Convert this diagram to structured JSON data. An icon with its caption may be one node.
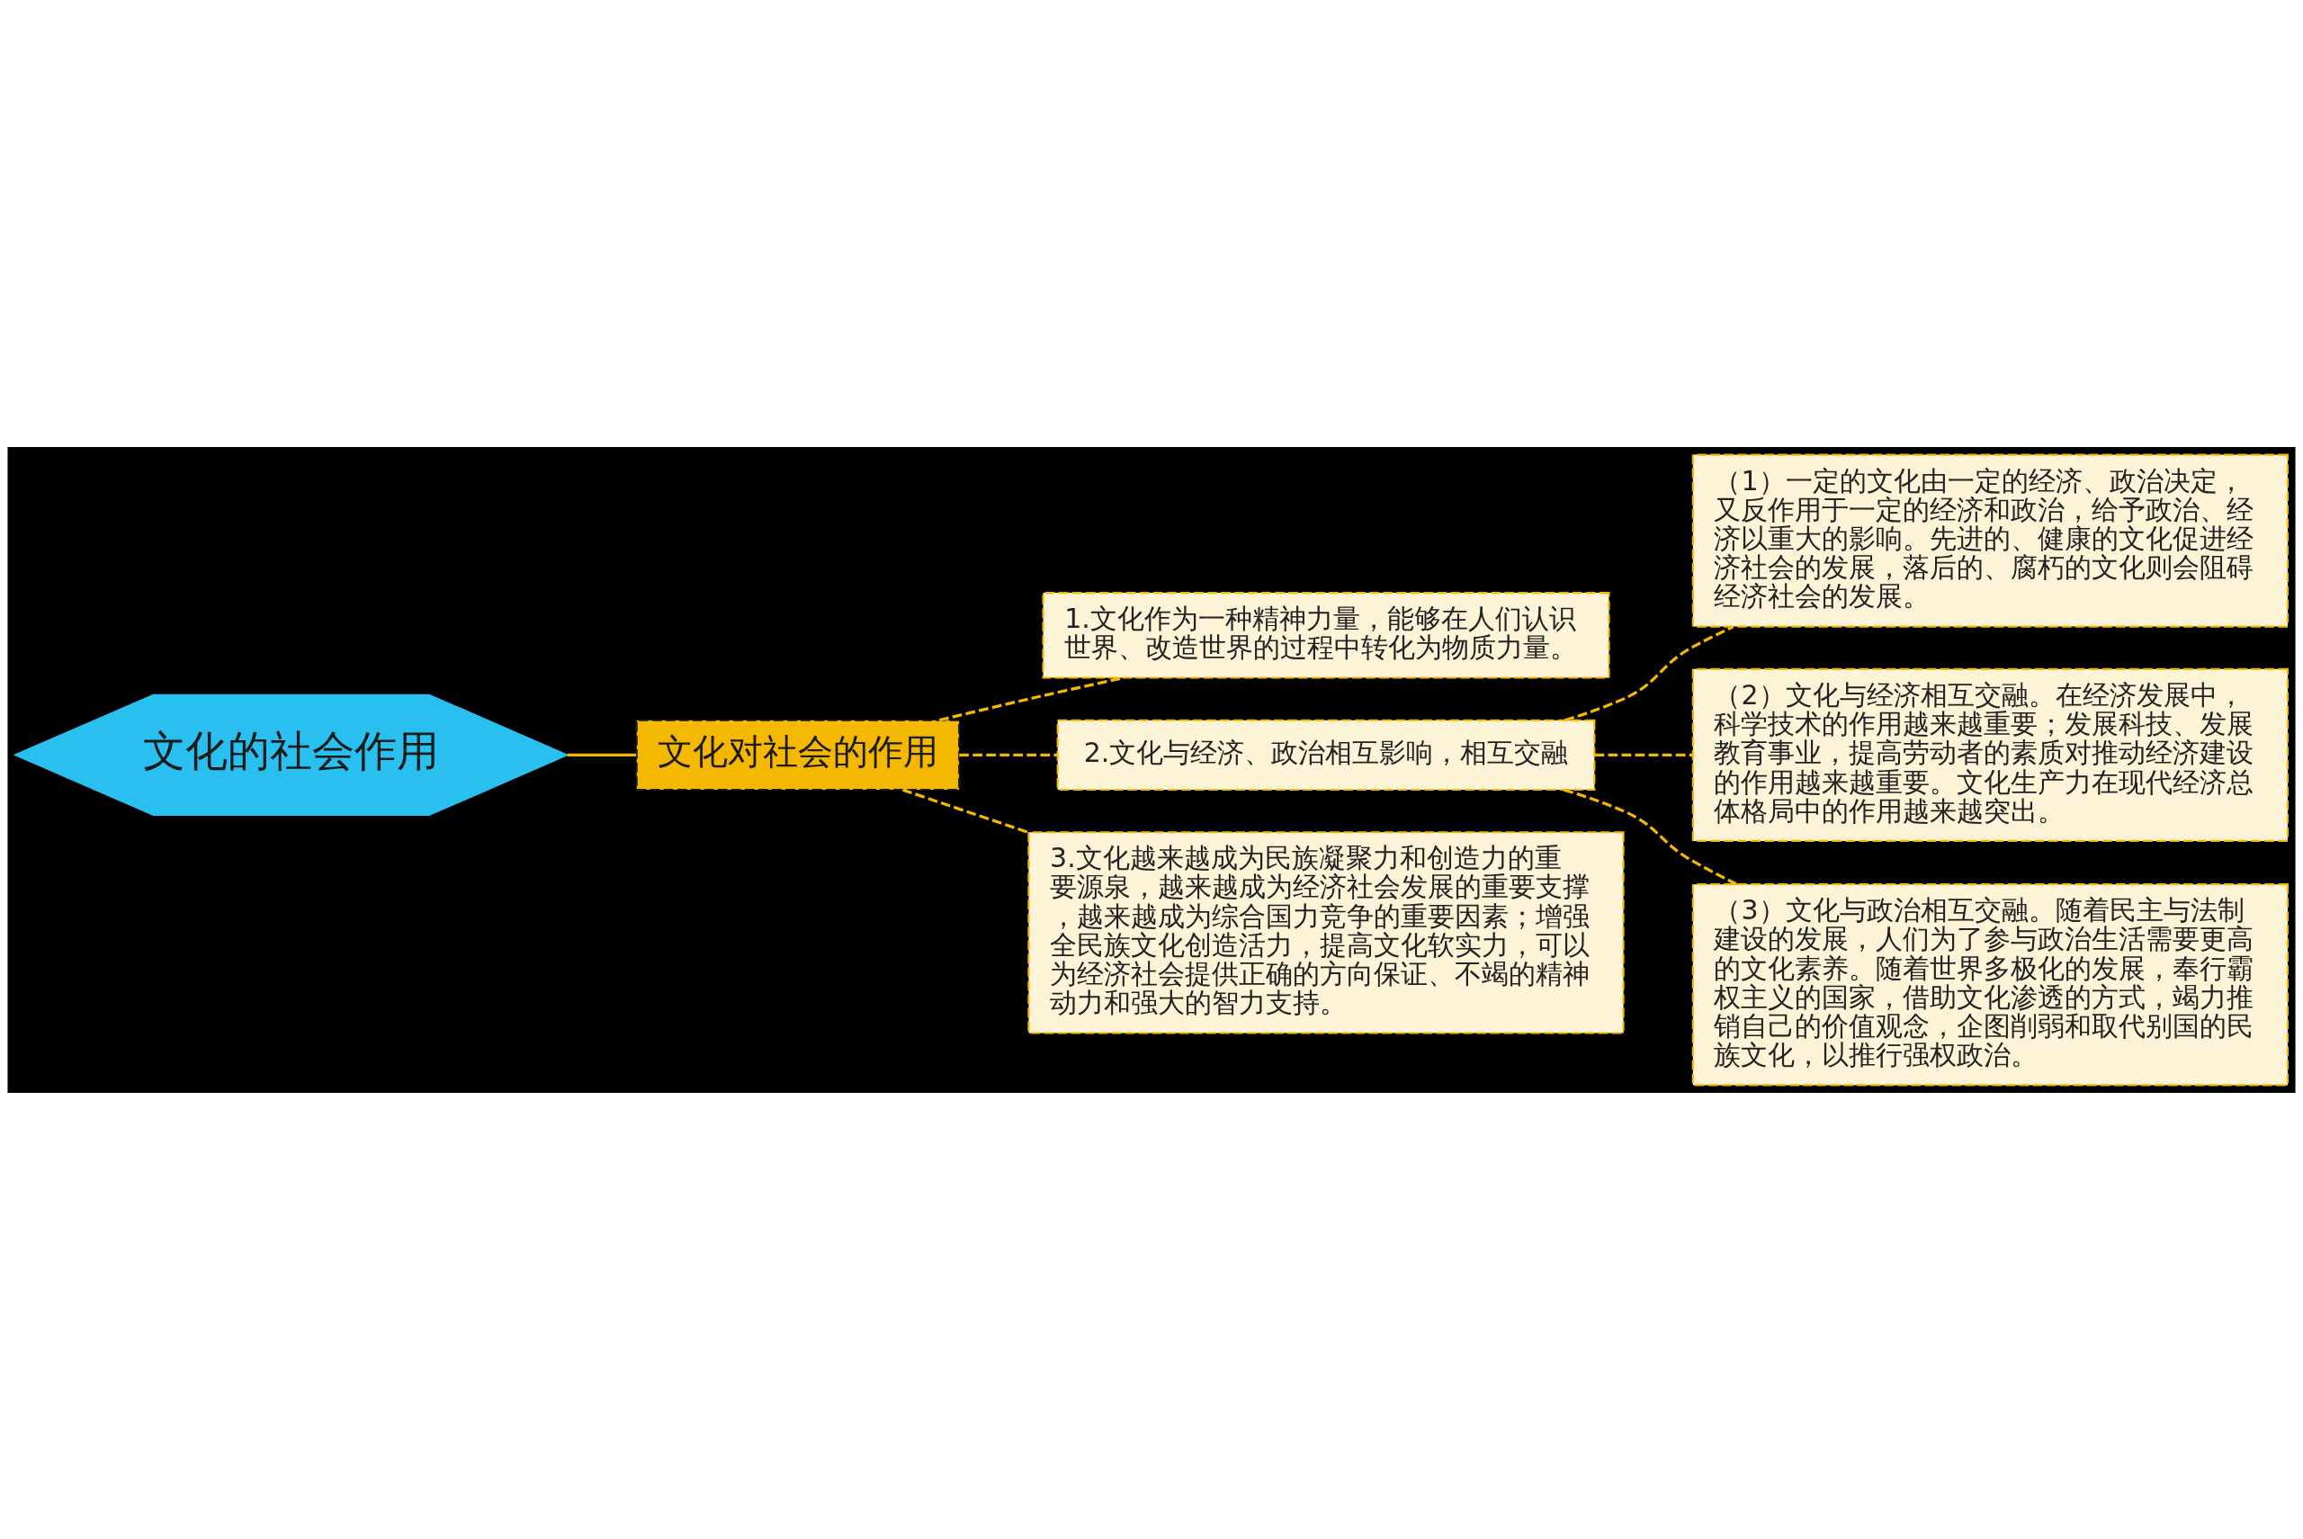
{
  "diagram": {
    "nodes": [
      {
        "text": [
          "文化的社会作用"
        ]
      },
      {
        "text": [
          "文化对社会的作用"
        ]
      },
      {
        "text": [
          "1.文化作为一种精神力量，能够在人们认识世界、改造世界的过程中转化为物质力量。"
        ]
      },
      {
        "text": [
          "2.文化与经济、政治相互影响，相互交融"
        ]
      },
      {
        "text": [
          "（1）一定的文化由一定的经济、政治决定，又反作用于一定的经济和政治，给予政治、经济以重大的影响。先进的、健康的文化促进经济社会的发展，落后的、腐朽的文化则会阻碍经济社会的发展。"
        ]
      },
      {
        "text": [
          "（2）文化与经济相互交融。在经济发展中，科学技术的作用越来越重要；发展科技、发展教育事业，提高劳动者的素质对推动经济建设的作用越来越重要。文化生产力在现代经济总体格局中的作用越来越突出。"
        ]
      },
      {
        "text": [
          "（3）文化与政治相互交融。随着民主与法制建设的发展，人们为了参与政治生活需要更高的文化素养。随着世界多极化的发展，奉行霸权主义的国家，借助文化渗透的方式，竭力推销自己的价值观念，企图削弱和取代别国的民族文化，以推行强权政治。"
        ]
      },
      {
        "text": [
          "3.文化越来越成为民族凝聚力和创造力的重要源泉，越来越成为经济社会发展的重要支撑，越来越成为综合国力竞争的重要因素；增强全民族文化创造活力，提高文化软实力，可以为经济社会提供正确的方向保证、不竭的精神动力和强大的智力支持。"
        ]
      }
    ],
    "edges": [
      {
        "from": 0,
        "to": 1,
        "arrow": "none"
      },
      {
        "from": 1,
        "to": 2,
        "arrow": "none",
        "style": "dashed"
      },
      {
        "from": 1,
        "to": 3,
        "arrow": "none",
        "style": "dashed"
      },
      {
        "from": 1,
        "to": 7,
        "arrow": "none",
        "style": "dashed"
      },
      {
        "from": 3,
        "to": 4,
        "arrow": "none",
        "style": "dashed"
      },
      {
        "from": 3,
        "to": 5,
        "arrow": "none",
        "style": "dashed"
      },
      {
        "from": 3,
        "to": 6,
        "arrow": "none",
        "style": "dashed"
      }
    ]
  }
}
